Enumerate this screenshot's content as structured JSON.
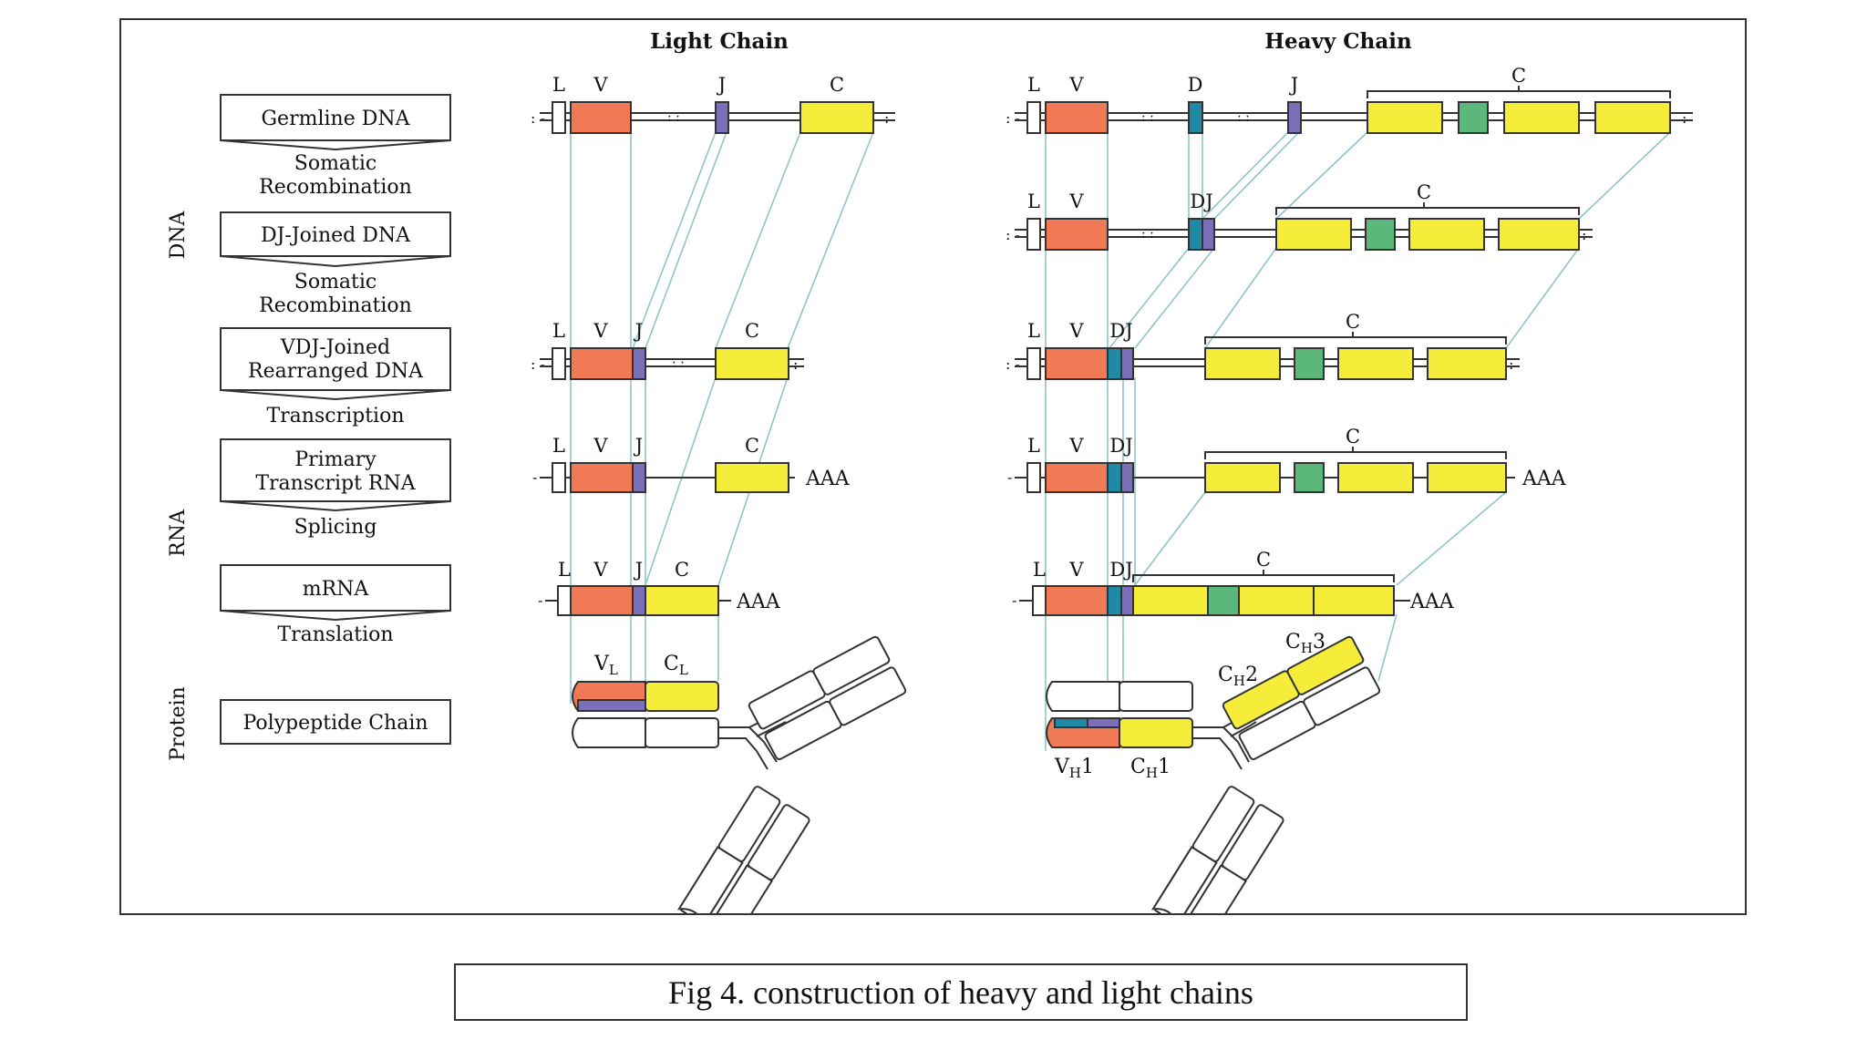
{
  "titles": {
    "light": "Light Chain",
    "heavy": "Heavy Chain"
  },
  "side_labels": {
    "dna": "DNA",
    "rna": "RNA",
    "protein": "Protein"
  },
  "stages": {
    "germline": "Germline DNA",
    "recomb1_a": "Somatic",
    "recomb1_b": "Recombination",
    "dj_joined": "DJ-Joined DNA",
    "recomb2_a": "Somatic",
    "recomb2_b": "Recombination",
    "vdj_a": "VDJ-Joined",
    "vdj_b": "Rearranged DNA",
    "transcription": "Transcription",
    "primary_a": "Primary",
    "primary_b": "Transcript RNA",
    "splicing": "Splicing",
    "mrna": "mRNA",
    "translation": "Translation",
    "polypeptide": "Polypeptide Chain"
  },
  "segments": {
    "L": "L",
    "V": "V",
    "D": "D",
    "J": "J",
    "DJ": "DJ",
    "C": "C",
    "polyA": "AAA"
  },
  "domains": {
    "VL_base": "V",
    "VL_sub": "L",
    "CL_base": "C",
    "CL_sub": "L",
    "VH1_base": "V",
    "VH1_sub": "H",
    "VH1_num": "1",
    "CH1_base": "C",
    "CH1_sub": "H",
    "CH1_num": "1",
    "CH2_base": "C",
    "CH2_sub": "H",
    "CH2_num": "2",
    "CH3_base": "C",
    "CH3_sub": "H",
    "CH3_num": "3"
  },
  "caption": "Fig 4. construction of heavy and light chains",
  "colors": {
    "V_segment": "#f07a56",
    "J_segment": "#7a6fb8",
    "D_segment": "#1f8aa6",
    "C_segment": "#f6ec3a",
    "C_hinge": "#5cb87a",
    "guide_line": "#8fc4cc",
    "outline": "#333333"
  }
}
